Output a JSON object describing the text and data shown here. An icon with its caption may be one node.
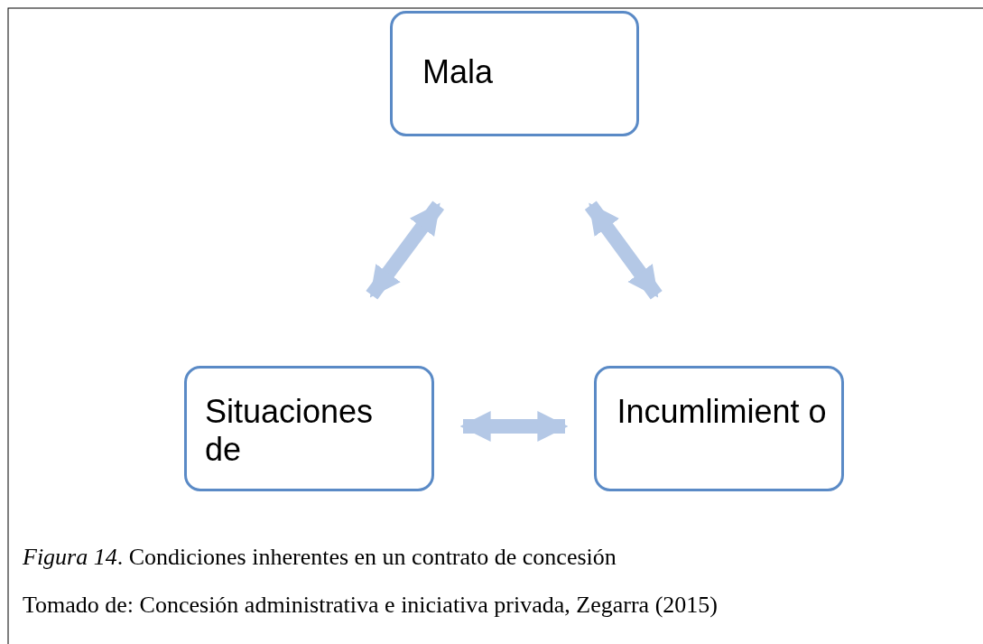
{
  "diagram": {
    "caption": "*Figura 14*. Condiciones inherentes en un contrato de concesión",
    "nodes": [
      {
        "text": [
          "Mala"
        ]
      },
      {
        "text": [
          "Situaciones de"
        ]
      },
      {
        "text": [
          "Incumlimient o"
        ]
      }
    ],
    "edges": [
      {
        "from": 0,
        "to": 1,
        "arrow": "both"
      },
      {
        "from": 0,
        "to": 2,
        "arrow": "both"
      },
      {
        "from": 1,
        "to": 2,
        "arrow": "both"
      }
    ],
    "labels": [
      "Tomado de: Concesión administrativa e iniciativa privada, Zegarra (2015)"
    ]
  }
}
